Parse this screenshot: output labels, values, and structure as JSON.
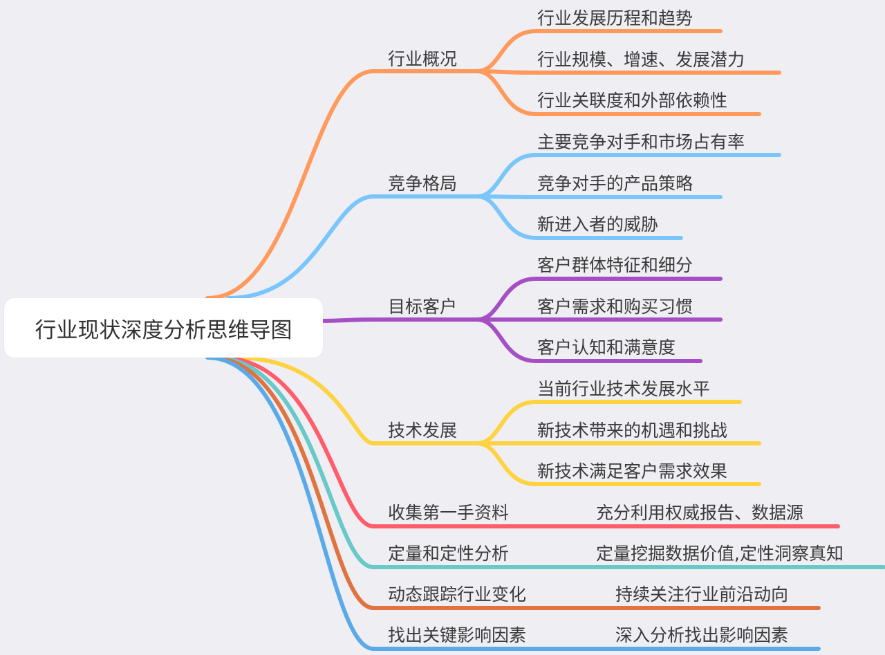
{
  "title": "行业现状深度分析思维导图",
  "colors": {
    "background": "#eeeef3",
    "orange": "#ff9a5c",
    "sky": "#7ac5fb",
    "purple": "#a54fc5",
    "yellow": "#ffd240",
    "red": "#ff5c6c",
    "teal": "#68c9c8",
    "brown": "#e07440",
    "blue": "#5aaae8"
  },
  "branches": [
    {
      "label": "行业概况",
      "color": "#ff9a5c",
      "children": [
        "行业发展历程和趋势",
        "行业规模、增速、发展潜力",
        "行业关联度和外部依赖性"
      ]
    },
    {
      "label": "竞争格局",
      "color": "#7ac5fb",
      "children": [
        "主要竞争对手和市场占有率",
        "竞争对手的产品策略",
        "新进入者的威胁"
      ]
    },
    {
      "label": "目标客户",
      "color": "#a54fc5",
      "children": [
        "客户群体特征和细分",
        "客户需求和购买习惯",
        "客户认知和满意度"
      ]
    },
    {
      "label": "技术发展",
      "color": "#ffd240",
      "children": [
        "当前行业技术发展水平",
        "新技术带来的机遇和挑战",
        "新技术满足客户需求效果"
      ]
    },
    {
      "label": "收集第一手资料",
      "color": "#ff5c6c",
      "children": [
        "充分利用权威报告、数据源"
      ]
    },
    {
      "label": "定量和定性分析",
      "color": "#68c9c8",
      "children": [
        "定量挖掘数据价值,定性洞察真知"
      ]
    },
    {
      "label": "动态跟踪行业变化",
      "color": "#e07440",
      "children": [
        "持续关注行业前沿动向"
      ]
    },
    {
      "label": "找出关键影响因素",
      "color": "#5aaae8",
      "children": [
        "深入分析找出影响因素"
      ]
    }
  ]
}
